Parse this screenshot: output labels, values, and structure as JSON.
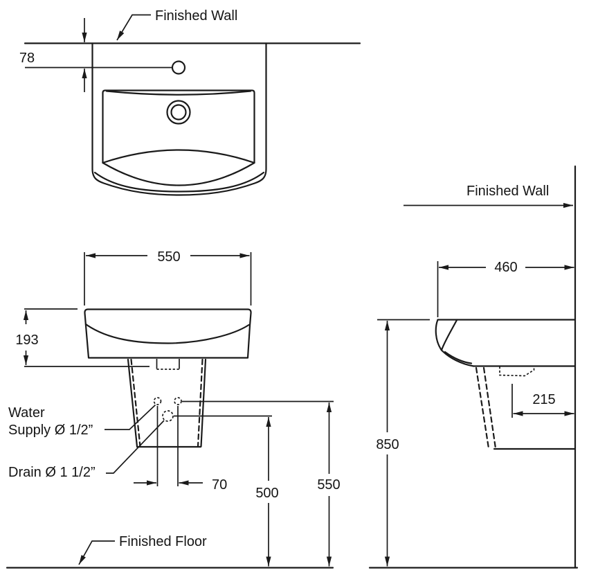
{
  "top_view": {
    "finished_wall_label": "Finished Wall",
    "dim_faucet_offset": "78"
  },
  "front_view": {
    "dim_width": "550",
    "dim_basin_depth": "193",
    "water_supply_label_line1": "Water",
    "water_supply_label_line2": "Supply Ø 1/2”",
    "drain_label": "Drain Ø 1 1/2”",
    "dim_hole_spacing": "70",
    "dim_drain_height": "500",
    "dim_supply_height": "550",
    "finished_floor_label": "Finished Floor"
  },
  "side_view": {
    "finished_wall_label": "Finished Wall",
    "dim_depth": "460",
    "dim_drain_offset": "215",
    "dim_rim_height": "850"
  },
  "colors": {
    "line": "#1a1a1a",
    "text": "#141414",
    "background": "#ffffff"
  }
}
